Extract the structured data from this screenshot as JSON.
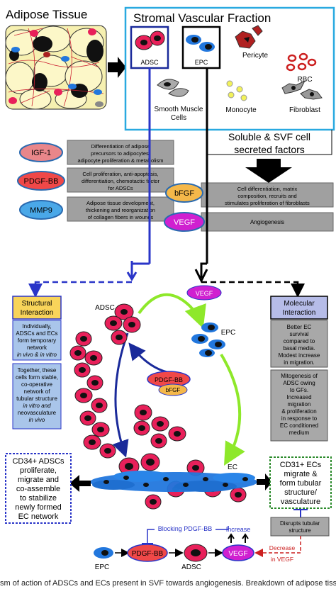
{
  "panels": {
    "adipose_title": "Adipose Tissue",
    "svf_title": "Stromal Vascular Fraction",
    "svf_cells": {
      "adsc": "ADSC",
      "epc": "EPC",
      "pericyte": "Pericyte",
      "rbc": "RBC",
      "smc_line1": "Smooth Muscle",
      "smc_line2": "Cells",
      "monocyte": "Monocyte",
      "fibroblast": "Fibroblast"
    },
    "secreted_line1": "Soluble & SVF cell",
    "secreted_line2": "secreted factors"
  },
  "factors": {
    "igf1": {
      "name": "IGF-1",
      "color": "#e9868a",
      "desc": [
        "Differentiation of adipose",
        "precursors to adipocytes,",
        "adipocyte proliferation & metabolism"
      ]
    },
    "pdgfbb": {
      "name": "PDGF-BB",
      "color": "#f04848",
      "desc": [
        "Cell proliferation, anti-apoptosis,",
        "differentiation, chemotactic factor",
        "for ADSCs"
      ]
    },
    "mmp9": {
      "name": "MMP9",
      "color": "#4aa8e8",
      "desc": [
        "Adipose tissue development,",
        "thickening and reorganization",
        "of collagen fibers in wounds"
      ]
    },
    "bfgf": {
      "name": "bFGF",
      "color": "#f5b84a",
      "desc": [
        "Cell differentiation, matrix",
        "composition, recruits and",
        "stimulates proliferation of fibroblasts"
      ]
    },
    "vegf": {
      "name": "VEGF",
      "color": "#d020d0",
      "desc": [
        "Angiogenesis"
      ]
    }
  },
  "mechanism": {
    "structural_title": [
      "Structural",
      "Interaction"
    ],
    "structural_text1": [
      "Individually,",
      "ADSCs and ECs",
      "form temporary",
      "network",
      "in vivo & in vitro"
    ],
    "structural_text2": [
      "Together, these",
      "cells form stable,",
      "co-operative",
      "network of",
      "tubular structure",
      "in vitro and",
      "neovasculature",
      "in vivo"
    ],
    "molecular_title": [
      "Molecular",
      "Interaction"
    ],
    "molecular_text1": [
      "Better EC",
      "survival",
      "compared to",
      "basal media.",
      "Modest increase",
      "in migration."
    ],
    "molecular_text2": [
      "Mitogenesis of",
      "ADSC owing",
      "to GFs.",
      "Increased",
      "migration",
      "& proliferation",
      "in response to",
      "EC conditioned",
      "medium"
    ],
    "label_adsc": "ADSC",
    "label_epc": "EPC",
    "label_ec": "EC",
    "label_vegf": "VEGF",
    "label_pdgfbb": "PDGF-BB",
    "label_bfgf": "bFGF",
    "cd34_box": [
      "CD34+ ADSCs",
      "proliferate,",
      "migrate and",
      "co-assemble",
      "to stabilize",
      "newly formed",
      "EC network"
    ],
    "cd31_box": [
      "CD31+ ECs",
      "migrate &",
      "form tubular",
      "structure/",
      "vasculature"
    ],
    "disrupts": [
      "Disrupts tubular",
      "structure"
    ],
    "blocking": "Blocking PDGF-BB",
    "increase": "Increase",
    "decrease": [
      "Decrease",
      "in VEGF"
    ],
    "bottom_epc": "EPC",
    "bottom_pdgfbb": "PDGF-BB",
    "bottom_adsc": "ADSC",
    "bottom_vegf": "VEGF"
  },
  "caption": "sm of action of ADSCs and ECs present in SVF towards angiogenesis. Breakdown of adipose tiss"
}
